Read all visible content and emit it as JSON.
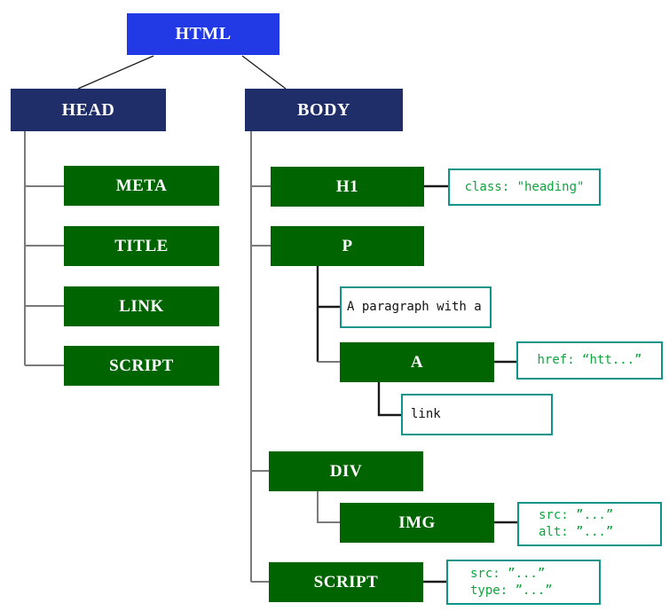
{
  "diagram": {
    "nodes": {
      "html": {
        "label": "HTML"
      },
      "head": {
        "label": "HEAD"
      },
      "body": {
        "label": "BODY"
      },
      "meta": {
        "label": "META"
      },
      "title": {
        "label": "TITLE"
      },
      "link": {
        "label": "LINK"
      },
      "script_head": {
        "label": "SCRIPT"
      },
      "h1": {
        "label": "H1"
      },
      "p": {
        "label": "P"
      },
      "a": {
        "label": "A"
      },
      "div": {
        "label": "DIV"
      },
      "img": {
        "label": "IMG"
      },
      "script_body": {
        "label": "SCRIPT"
      }
    },
    "annotations": {
      "h1_attrs": {
        "line1": "class: \"heading\""
      },
      "p_text": {
        "line1": "A paragraph with a"
      },
      "a_attrs": {
        "line1": "href: “htt...”"
      },
      "a_text": {
        "line1": "link"
      },
      "img_attrs": {
        "line1": "src: ”...”",
        "line2": "alt: ”...”"
      },
      "script_attrs": {
        "line1": "src: ”...”",
        "line2": "type: ”...”"
      }
    },
    "colors": {
      "root_fill": "#2239e6",
      "section_fill": "#1f2d69",
      "element_fill": "#006400",
      "annotation_border": "#0e9488",
      "attribute_text": "#0da53c",
      "text_on_fill": "#ffffff",
      "connector": "#7a7a7a",
      "connector_dark": "#1a1a1a"
    }
  }
}
